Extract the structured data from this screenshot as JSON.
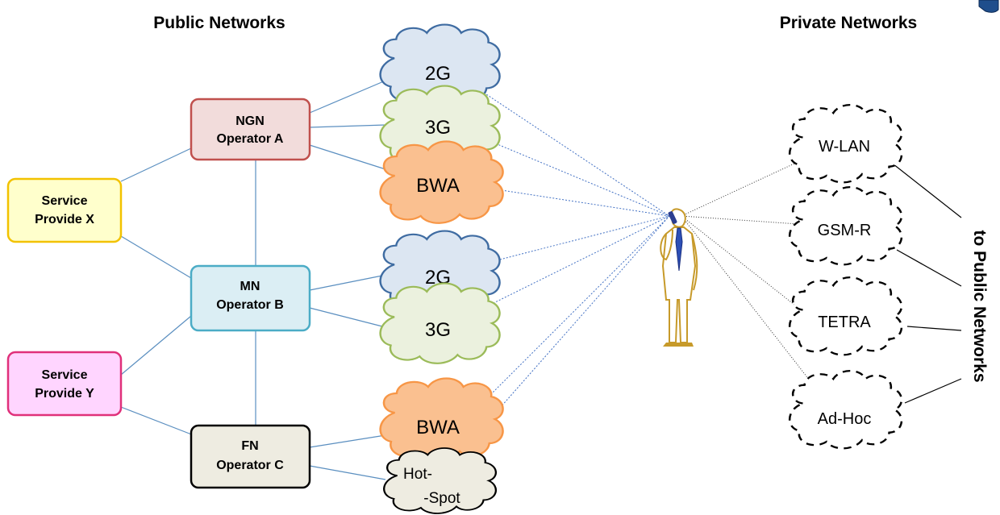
{
  "headers": {
    "public": "Public Networks",
    "private": "Private Networks",
    "to_public": "to Public Networks"
  },
  "operators": [
    {
      "line1": "NGN",
      "line2": "Operator A",
      "fill": "#f2dcdb",
      "stroke": "#c0504d"
    },
    {
      "line1": "MN",
      "line2": "Operator B",
      "fill": "#dbeef4",
      "stroke": "#4bacc6"
    },
    {
      "line1": "FN",
      "line2": "Operator C",
      "fill": "#eeece1",
      "stroke": "#000000"
    }
  ],
  "providers": [
    {
      "line1": "Service",
      "line2": "Provide X",
      "fill": "#ffffcc",
      "stroke": "#f2c200"
    },
    {
      "line1": "Service",
      "line2": "Provide Y",
      "fill": "#ffd5ff",
      "stroke": "#e0307a"
    }
  ],
  "clouds": [
    {
      "label": "2G",
      "fill": "#dce6f2",
      "stroke": "#3f6ca2"
    },
    {
      "label": "3G",
      "fill": "#ebf1de",
      "stroke": "#9bbb59"
    },
    {
      "label": "BWA",
      "fill": "#fac090",
      "stroke": "#f79646"
    },
    {
      "label": "2G",
      "fill": "#dce6f2",
      "stroke": "#3f6ca2"
    },
    {
      "label": "3G",
      "fill": "#ebf1de",
      "stroke": "#9bbb59"
    },
    {
      "label": "BWA",
      "fill": "#fac090",
      "stroke": "#f79646"
    },
    {
      "label": "Hot-",
      "label2": "-Spot",
      "fill": "#eeece1",
      "stroke": "#000000"
    }
  ],
  "private_networks": [
    "W-LAN",
    "GSM-R",
    "TETRA",
    "Ad-Hoc"
  ]
}
